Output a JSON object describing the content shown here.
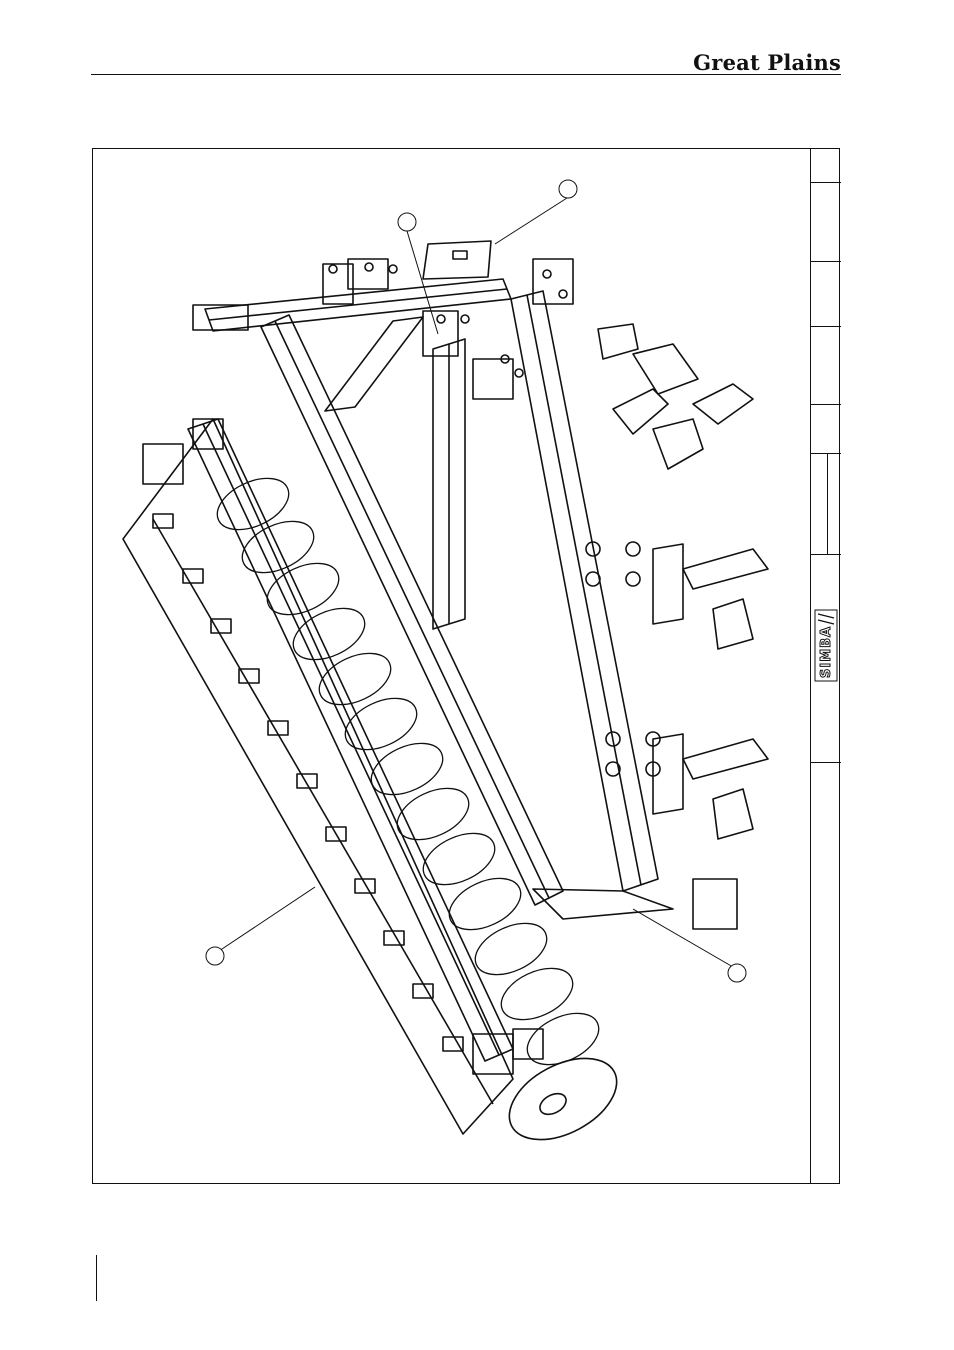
{
  "header": {
    "brand": "Great Plains"
  },
  "title_block": {
    "logo_text": "SIMBA"
  },
  "callouts": [
    {
      "id": "callout-1",
      "label": ""
    },
    {
      "id": "callout-2",
      "label": ""
    },
    {
      "id": "callout-3",
      "label": ""
    },
    {
      "id": "callout-4",
      "label": ""
    }
  ]
}
